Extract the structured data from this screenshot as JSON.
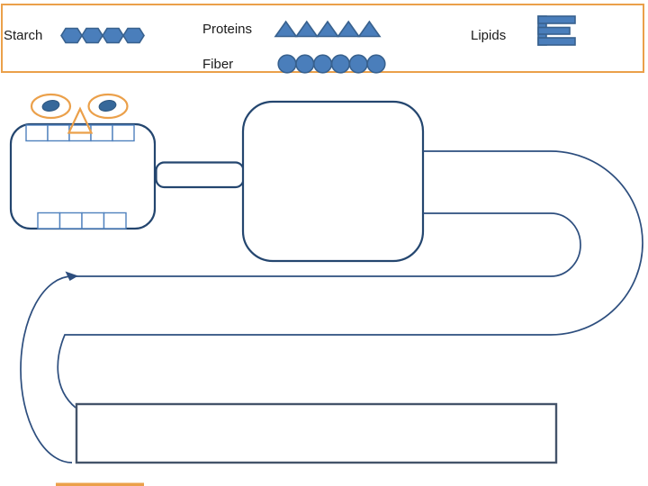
{
  "legend": {
    "items": [
      {
        "label": "Starch",
        "icon": "starch-chain-icon"
      },
      {
        "label": "Proteins",
        "icon": "protein-triangles-icon"
      },
      {
        "label": "Fiber",
        "icon": "fiber-circles-icon"
      },
      {
        "label": "Lipids",
        "icon": "lipid-bars-icon"
      }
    ]
  },
  "colors": {
    "legend-border": "#EBA04A",
    "accent-orange": "#EBA04A",
    "shape-fill": "#4A7EBB",
    "shape-stroke": "#38618E",
    "organ-stroke": "#24466F",
    "tube-stroke": "#2D4E7E",
    "rect-stroke": "#44546A",
    "pupil-fill": "#36689A",
    "teeth-stroke": "#4F81BD",
    "text": "#1A1A1A",
    "background": "#FFFFFF"
  }
}
